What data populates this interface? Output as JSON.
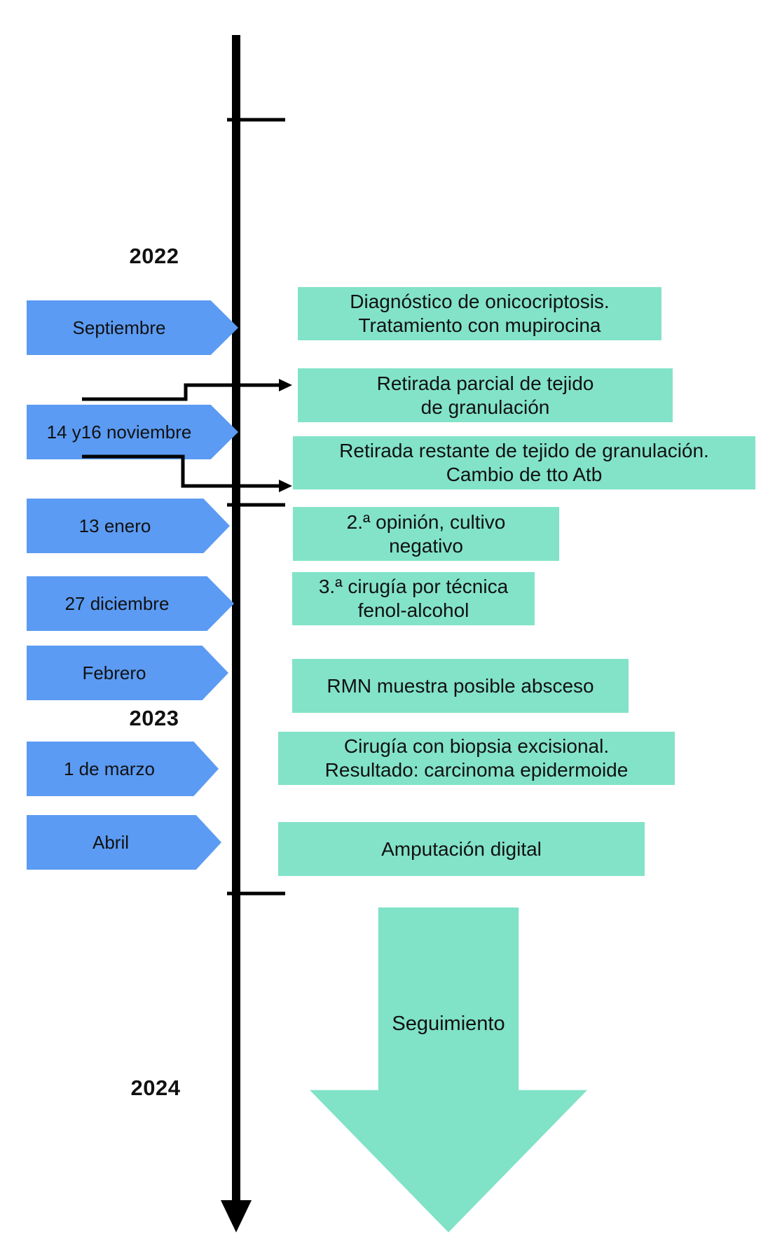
{
  "timeline": {
    "years": [
      "2022",
      "2023",
      "2024"
    ],
    "dates": [
      {
        "label": "Septiembre"
      },
      {
        "label": "14 y16 noviembre"
      },
      {
        "label": "13 enero"
      },
      {
        "label": "27 diciembre"
      },
      {
        "label": "Febrero"
      },
      {
        "label": "1 de marzo"
      },
      {
        "label": "Abril"
      }
    ],
    "events": [
      {
        "line1": "Diagnóstico de onicocriptosis.",
        "line2": "Tratamiento con mupirocina"
      },
      {
        "line1": "Retirada parcial de tejido",
        "line2": "de granulación"
      },
      {
        "line1": "Retirada restante de tejido de granulación.",
        "line2": "Cambio de tto Atb"
      },
      {
        "line1": "2.ª opinión, cultivo",
        "line2": "negativo"
      },
      {
        "line1": "3.ª cirugía por técnica",
        "line2": "fenol-alcohol"
      },
      {
        "line1": "RMN muestra posible absceso",
        "line2": ""
      },
      {
        "line1": "Cirugía con biopsia excisional.",
        "line2": "Resultado: carcinoma epidermoide"
      },
      {
        "line1": "Amputación digital",
        "line2": ""
      }
    ],
    "followup": {
      "label": "Seguimiento"
    }
  },
  "colors": {
    "date_arrow_blue": "#5B9BF3",
    "event_box_teal": "#82E3C8",
    "followup_arrow_teal": "#80E2C6",
    "axis_black": "#000000"
  }
}
